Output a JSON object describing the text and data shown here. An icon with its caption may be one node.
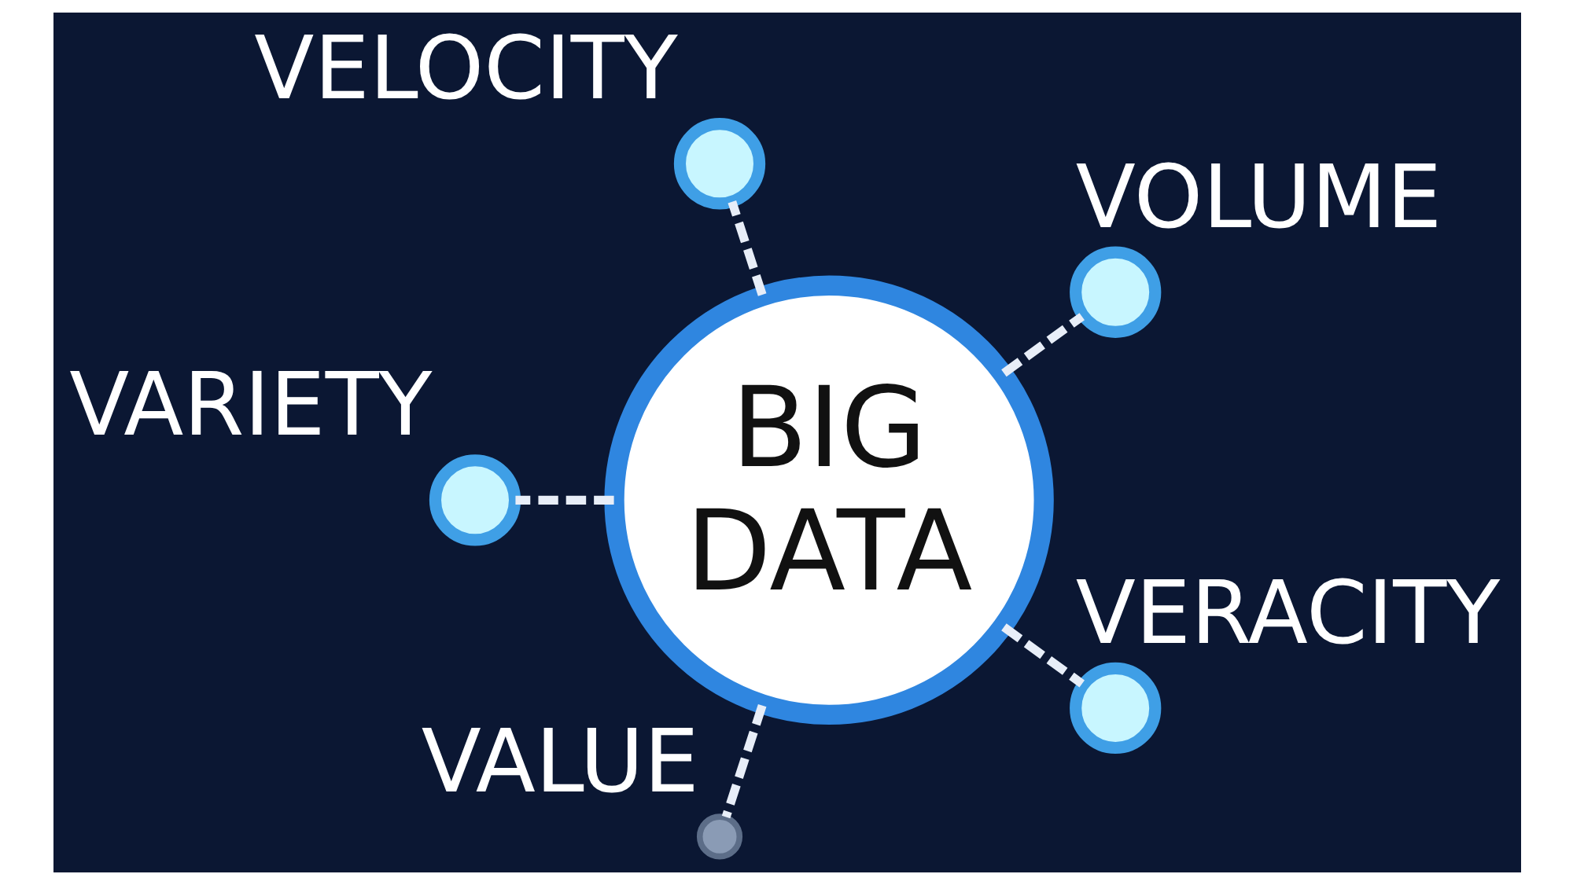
{
  "diagram": {
    "nodes": [
      {
        "text": [],
        "shape": "circle",
        "beside": [
          "VOLUME"
        ]
      },
      {
        "text": [],
        "shape": "circle",
        "beside": [
          "VELOCITY"
        ]
      },
      {
        "text": [
          "BIG DATA"
        ]
      },
      {
        "text": [],
        "shape": "circle",
        "beside": [
          "VERACITY"
        ]
      },
      {
        "text": [],
        "shape": "circle",
        "beside": [
          "VARIETY"
        ]
      },
      {
        "text": [],
        "shape": "circle",
        "beside": [
          "VALUE"
        ]
      }
    ],
    "edges": [
      {
        "from": 2,
        "to": 0,
        "arrow": "none",
        "style": "dashed"
      },
      {
        "from": 2,
        "to": 3,
        "arrow": "none",
        "style": "dashed"
      },
      {
        "from": 2,
        "to": 5,
        "arrow": "none",
        "style": "dashed"
      },
      {
        "from": 2,
        "to": 4,
        "arrow": "none",
        "style": "dashed"
      },
      {
        "from": 2,
        "to": 1,
        "arrow": "none",
        "style": "dashed"
      }
    ]
  }
}
